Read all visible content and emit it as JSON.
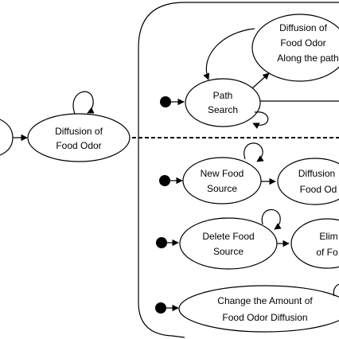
{
  "states": {
    "root_diffusion": {
      "line1": "Diffusion of",
      "line2": "Food Odor"
    },
    "path_search": {
      "line1": "Path",
      "line2": "Search"
    },
    "diffusion_along_path": {
      "line1": "Diffusion of",
      "line2": "Food Odor",
      "line3": "Along the path"
    },
    "new_food_source": {
      "line1": "New Food",
      "line2": "Source"
    },
    "diffusion_partial_1": {
      "line1": "Diffusion",
      "line2": "Food Od"
    },
    "delete_food_source": {
      "line1": "Delete Food",
      "line2": "Source"
    },
    "elim_partial": {
      "line1": "Elim",
      "line2": "of Fo"
    },
    "change_amount": {
      "line1": "Change the Amount of",
      "line2": "Food Odor Diffusion"
    }
  }
}
